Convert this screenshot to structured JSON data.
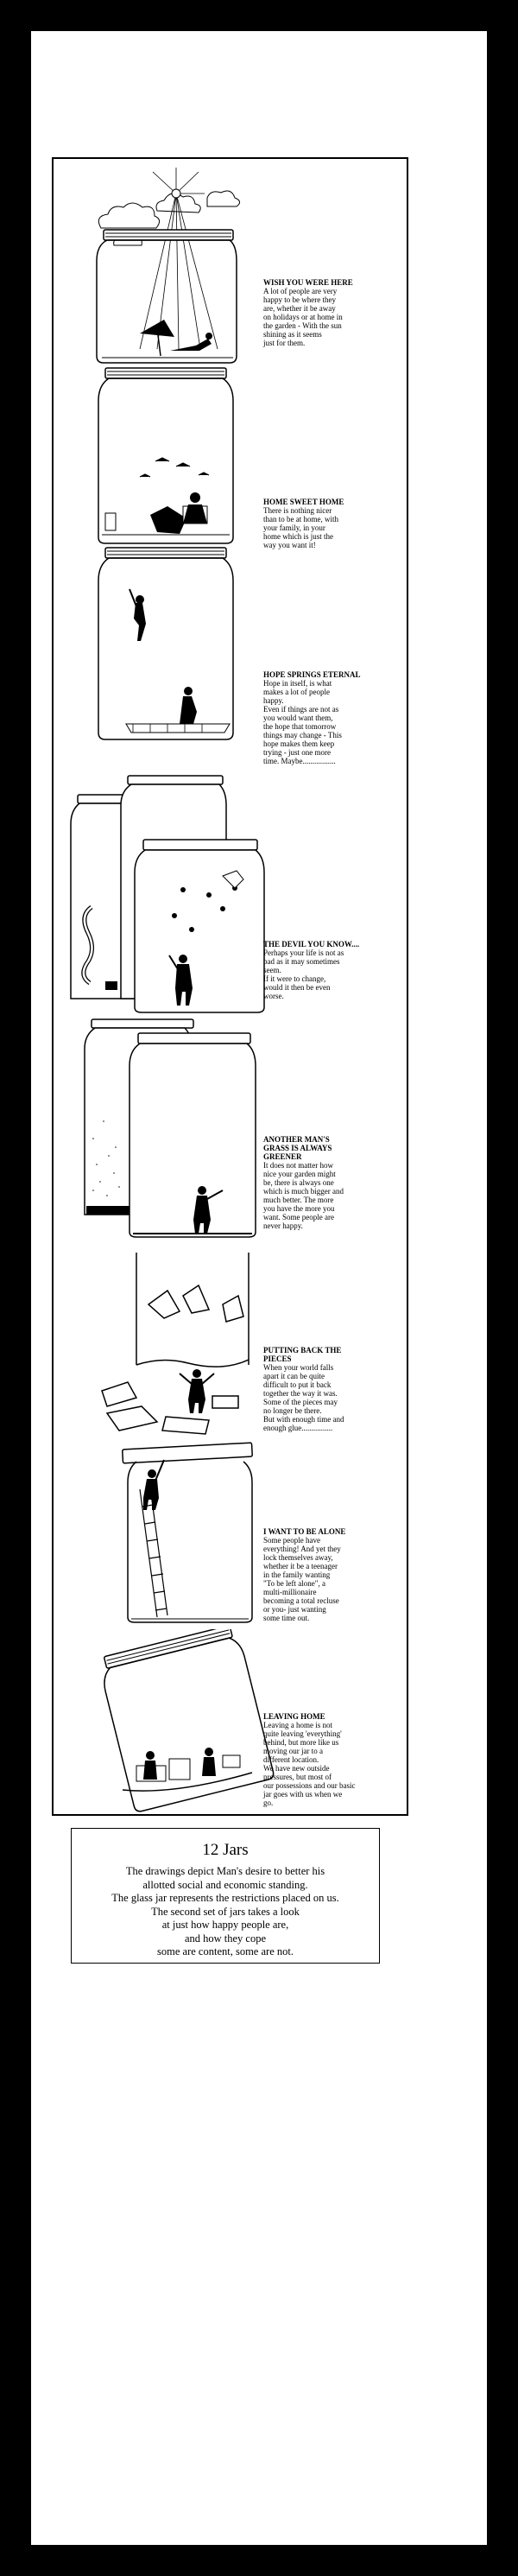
{
  "panels": [
    {
      "title": "WISH YOU WERE HERE",
      "text": "A lot of people are very\nhappy to be where they\nare, whether it be away\non holidays or at home in\nthe garden - With the sun\nshining as it seems\njust for them."
    },
    {
      "title": "HOME SWEET HOME",
      "text": "There is nothing nicer\nthan to be at home, with\nyour family, in your\nhome which is just the\nway you want it!"
    },
    {
      "title": "HOPE SPRINGS ETERNAL",
      "text": "Hope in itself, is what\nmakes a lot of people\nhappy.\nEven if things are not as\nyou would want them,\nthe hope that tomorrow\nthings may change - This\nhope makes them keep\ntrying - just one more\ntime.  Maybe................."
    },
    {
      "title": "THE DEVIL YOU KNOW....",
      "text": "Perhaps your life is not as\nbad as it may sometimes\nseem.\nIf it were to change,\nwould it then be even\nworse."
    },
    {
      "title": "ANOTHER MAN'S\nGRASS IS ALWAYS\nGREENER",
      "text": "It does not matter how\nnice your garden might\nbe, there is always one\nwhich is much bigger and\nmuch better. The more\nyou have the more you\nwant. Some people are\nnever happy."
    },
    {
      "title": "PUTTING BACK THE\nPIECES",
      "text": "When your world falls\napart it can be quite\ndifficult to put it back\ntogether the way it was.\nSome of the pieces may\nno longer be there.\nBut with enough time and\nenough glue................"
    },
    {
      "title": "I WANT TO BE ALONE",
      "text": "Some people have\neverything! And yet they\nlock themselves away,\nwhether it be a teenager\nin the family wanting\n\"To be left alone\", a\nmulti-millionaire\nbecoming a total recluse\nor you- just wanting\nsome time out."
    },
    {
      "title": "LEAVING HOME",
      "text": "Leaving a home is not\nquite leaving 'everything'\nbehind, but more like us\nmoving our jar to a\ndifferent location.\nWe have new outside\npressures, but most of\nour possessions and our basic\njar goes with us when we\ngo."
    }
  ],
  "note": {
    "title": "12 Jars",
    "lines": [
      "The drawings depict Man's desire to better his",
      "allotted social and economic standing.",
      "The glass jar represents the restrictions placed on us.",
      "The second set of jars takes a look",
      "at just how happy people are,",
      "and how they cope",
      "some are content, some are not."
    ]
  }
}
